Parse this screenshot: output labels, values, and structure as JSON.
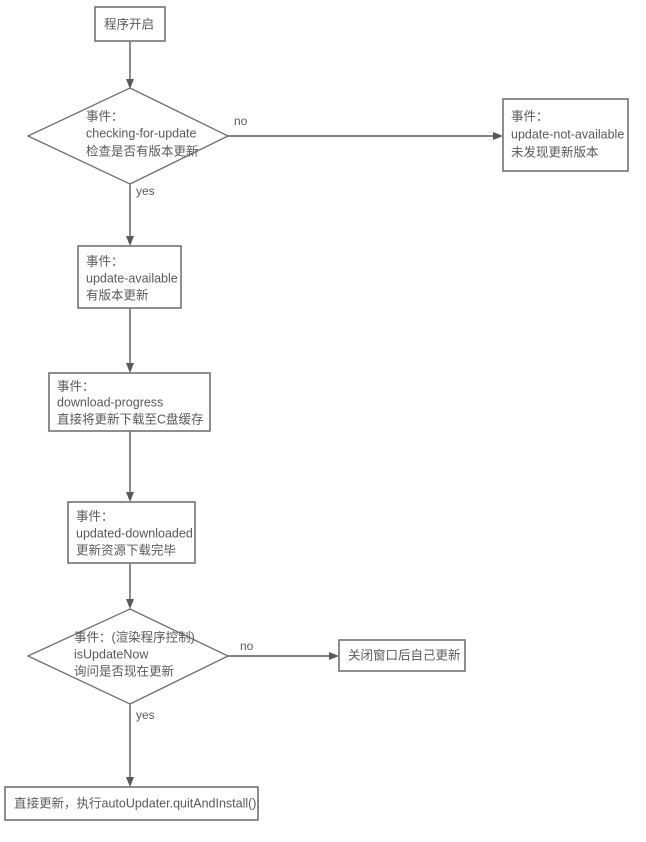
{
  "diagram": {
    "type": "flowchart",
    "title": "",
    "orientation": "top-to-bottom",
    "nodes": [
      {
        "id": "start",
        "shape": "box",
        "lines": [
          "程序开启"
        ]
      },
      {
        "id": "checking-for-update",
        "shape": "diamond",
        "lines": [
          "事件：",
          "checking-for-update",
          "检查是否有版本更新"
        ]
      },
      {
        "id": "update-not-available",
        "shape": "box",
        "lines": [
          "事件：",
          "update-not-available",
          "未发现更新版本"
        ]
      },
      {
        "id": "update-available",
        "shape": "box",
        "lines": [
          "事件：",
          "update-available",
          "有版本更新"
        ]
      },
      {
        "id": "download-progress",
        "shape": "box",
        "lines": [
          "事件：",
          "download-progress",
          "直接将更新下载至C盘缓存"
        ]
      },
      {
        "id": "updated-downloaded",
        "shape": "box",
        "lines": [
          "事件：",
          "updated-downloaded",
          "更新资源下载完毕"
        ]
      },
      {
        "id": "is-update-now",
        "shape": "diamond",
        "lines": [
          "事件：(渲染程序控制)",
          "isUpdateNow",
          "询问是否现在更新"
        ]
      },
      {
        "id": "close-window-update-later",
        "shape": "box",
        "lines": [
          "关闭窗口后自己更新"
        ]
      },
      {
        "id": "quit-and-install",
        "shape": "box",
        "lines": [
          "直接更新，执行autoUpdater.quitAndInstall();"
        ]
      }
    ],
    "edges": [
      {
        "id": "start-to-checking",
        "from": "start",
        "to": "checking-for-update",
        "label": ""
      },
      {
        "id": "checking-no",
        "from": "checking-for-update",
        "to": "update-not-available",
        "label": "no"
      },
      {
        "id": "checking-yes",
        "from": "checking-for-update",
        "to": "update-available",
        "label": "yes"
      },
      {
        "id": "available-to-progress",
        "from": "update-available",
        "to": "download-progress",
        "label": ""
      },
      {
        "id": "progress-to-downloaded",
        "from": "download-progress",
        "to": "updated-downloaded",
        "label": ""
      },
      {
        "id": "downloaded-to-isupdatenow",
        "from": "updated-downloaded",
        "to": "is-update-now",
        "label": ""
      },
      {
        "id": "isupdatenow-no",
        "from": "is-update-now",
        "to": "close-window-update-later",
        "label": "no"
      },
      {
        "id": "isupdatenow-yes",
        "from": "is-update-now",
        "to": "quit-and-install",
        "label": "yes"
      }
    ],
    "colors": {
      "background": "#ffffff",
      "node_fill": "#ffffff",
      "node_stroke": "#737373",
      "text": "#595959",
      "edge": "#595959"
    }
  }
}
